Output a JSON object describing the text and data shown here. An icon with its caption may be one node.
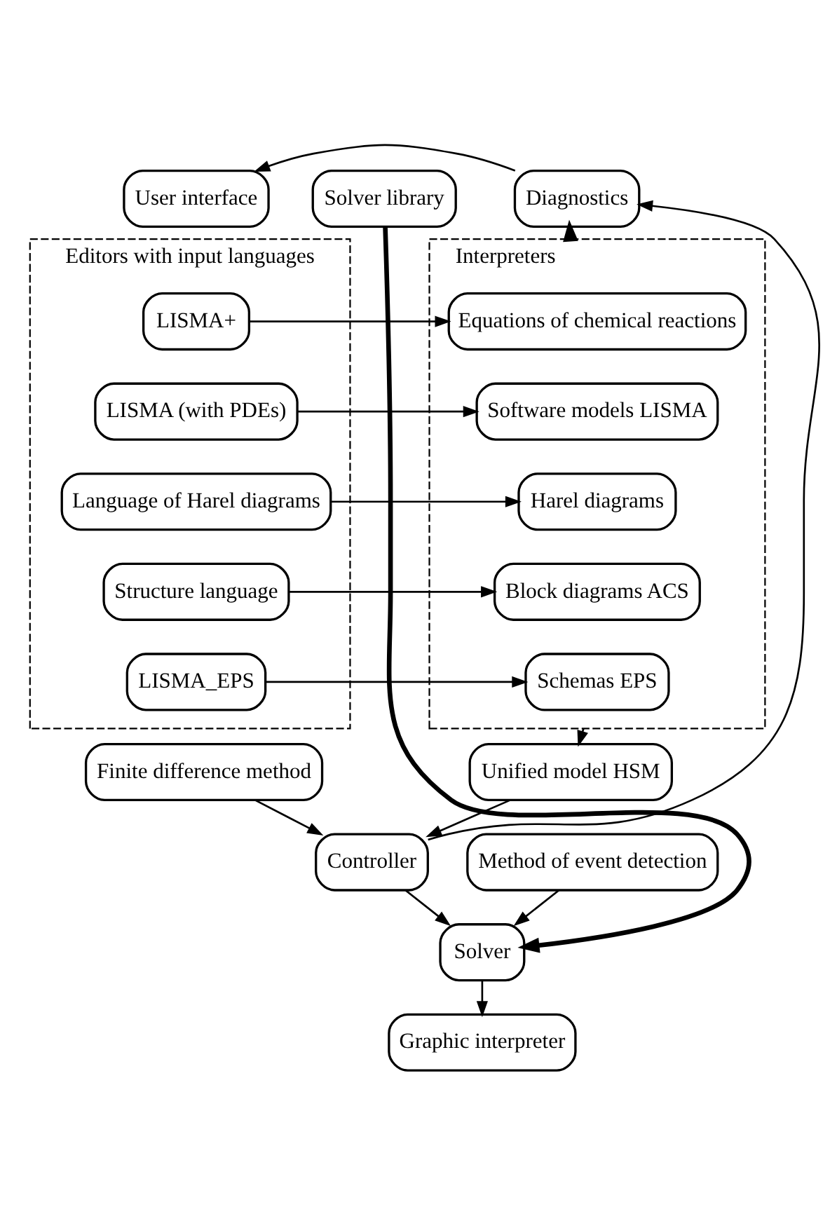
{
  "diagram": {
    "nodes": [
      {
        "text": [
          "User interface"
        ]
      },
      {
        "text": [
          "Diagnostics"
        ]
      },
      {
        "text": [
          "Editors with input languages"
        ]
      },
      {
        "text": [
          "LISMA+"
        ],
        "in": 2
      },
      {
        "text": [
          "LISMA (with PDEs)"
        ],
        "in": 2
      },
      {
        "text": [
          "Language of Harel diagrams"
        ],
        "in": 2
      },
      {
        "text": [
          "Structure language"
        ],
        "in": 2
      },
      {
        "text": [
          "LISMA_EPS"
        ],
        "in": 2
      },
      {
        "text": [
          "Interpreters"
        ]
      },
      {
        "text": [
          "Equations of chemical reactions"
        ],
        "in": 8
      },
      {
        "text": [
          "Software models LISMA"
        ],
        "in": 8
      },
      {
        "text": [
          "Harel diagrams"
        ],
        "in": 8
      },
      {
        "text": [
          "Block diagrams ACS"
        ],
        "in": 8
      },
      {
        "text": [
          "Schemas EPS"
        ],
        "in": 8
      },
      {
        "text": [
          "Finite difference method"
        ]
      },
      {
        "text": [
          "Unified model HSM"
        ]
      },
      {
        "text": [
          "Controller"
        ]
      },
      {
        "text": [
          "Method of event detection"
        ]
      },
      {
        "text": [
          "Solver"
        ]
      },
      {
        "text": [
          "Solver library"
        ]
      },
      {
        "text": [
          "Graphic interpreter"
        ]
      }
    ],
    "edges": [
      {
        "from": 1,
        "to": 0,
        "arrow": "to"
      },
      {
        "from": 8,
        "to": 1,
        "arrow": "to",
        "style": "thick"
      },
      {
        "from": 3,
        "to": 9,
        "arrow": "to"
      },
      {
        "from": 4,
        "to": 10,
        "arrow": "to"
      },
      {
        "from": 5,
        "to": 11,
        "arrow": "to"
      },
      {
        "from": 6,
        "to": 12,
        "arrow": "to"
      },
      {
        "from": 7,
        "to": 13,
        "arrow": "to"
      },
      {
        "from": 8,
        "to": 15,
        "arrow": "to"
      },
      {
        "from": 14,
        "to": 16,
        "arrow": "to"
      },
      {
        "from": 15,
        "to": 16,
        "arrow": "to"
      },
      {
        "from": 16,
        "to": 1,
        "arrow": "to"
      },
      {
        "from": 16,
        "to": 18,
        "arrow": "to"
      },
      {
        "from": 17,
        "to": 18,
        "arrow": "to"
      },
      {
        "from": 19,
        "to": 18,
        "arrow": "to",
        "style": "thick"
      },
      {
        "from": 18,
        "to": 20,
        "arrow": "to"
      }
    ]
  }
}
